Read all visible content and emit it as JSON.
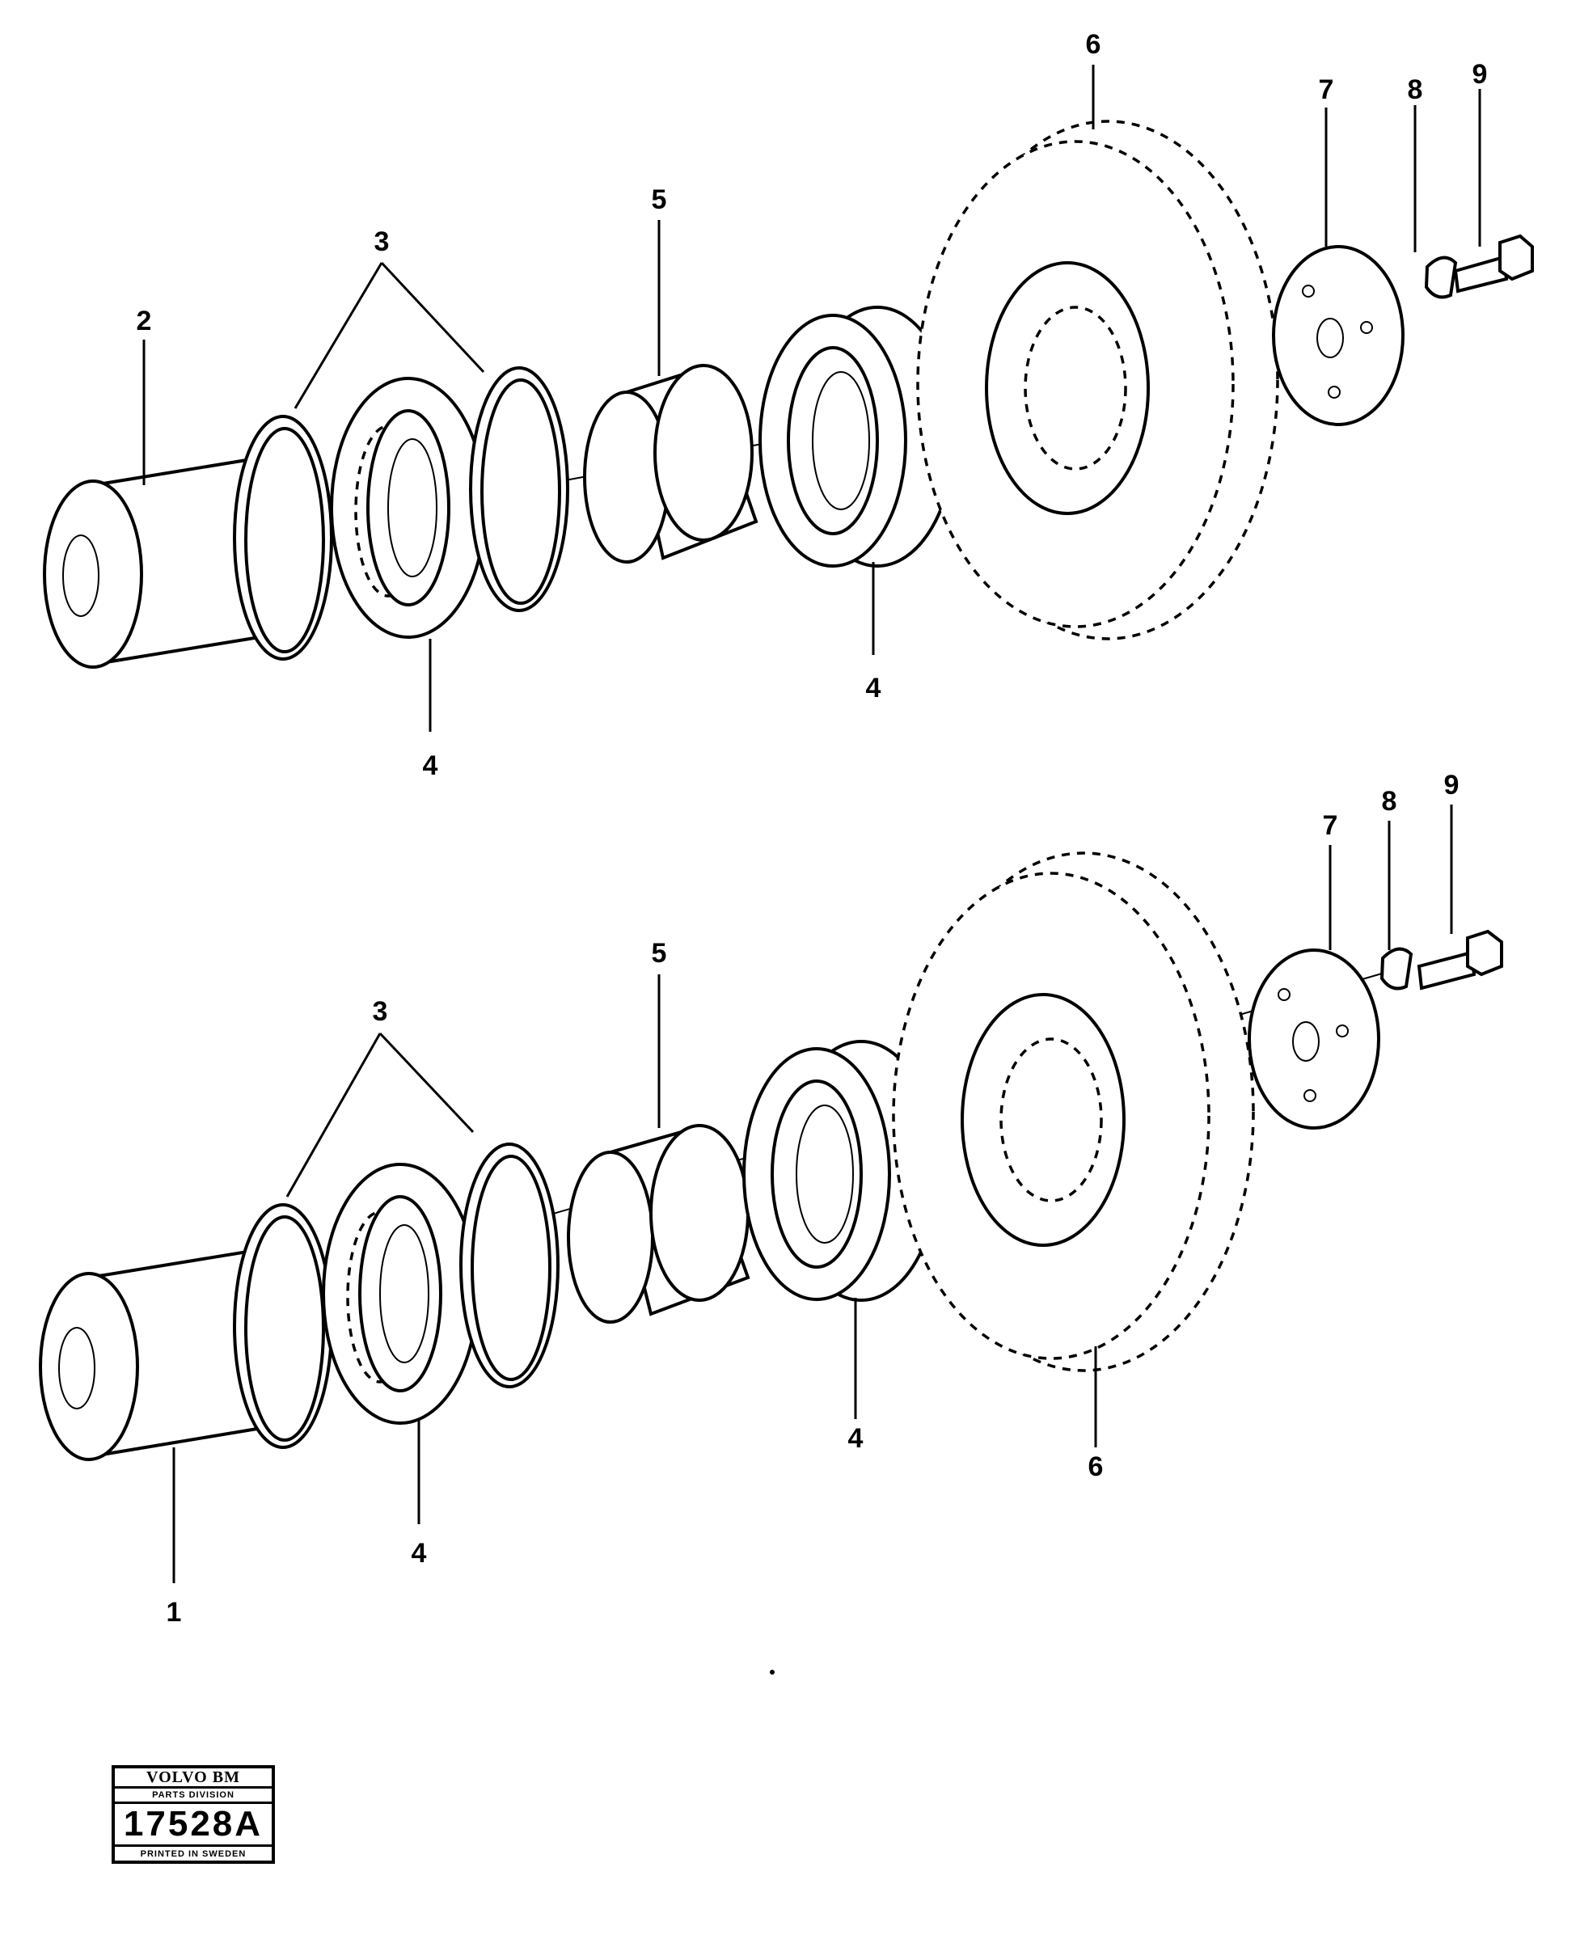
{
  "callouts": {
    "upper": {
      "c1": "2",
      "c2": "3",
      "c3": "4",
      "c4": "5",
      "c5": "4",
      "c6": "6",
      "c7": "7",
      "c8": "8",
      "c9": "9"
    },
    "lower": {
      "c1": "1",
      "c2": "3",
      "c3": "4",
      "c4": "5",
      "c5": "4",
      "c6": "6",
      "c7": "7",
      "c8": "8",
      "c9": "9"
    }
  },
  "stamp": {
    "brand": "VOLVO BM",
    "division": "PARTS DIVISION",
    "number": "17528A",
    "footer": "PRINTED IN SWEDEN"
  }
}
